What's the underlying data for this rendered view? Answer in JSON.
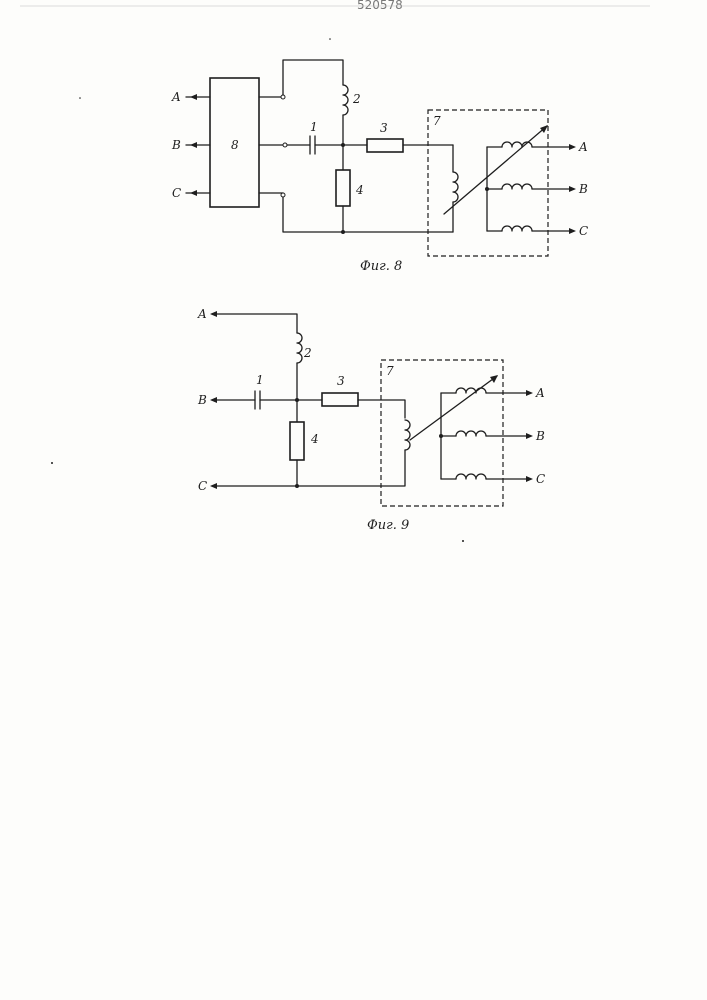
{
  "header": {
    "patent_number": "520578"
  },
  "figure8": {
    "caption": "Фиг. 8",
    "inputs": [
      "A",
      "B",
      "C"
    ],
    "outputs": [
      "A",
      "B",
      "C"
    ],
    "block": "8",
    "capacitor": "1",
    "inductor": "2",
    "resistor_series": "3",
    "resistor_shunt": "4",
    "unit": "7"
  },
  "figure9": {
    "caption": "Фиг. 9",
    "inputs": [
      "A",
      "B",
      "C"
    ],
    "outputs": [
      "A",
      "B",
      "C"
    ],
    "capacitor": "1",
    "inductor": "2",
    "resistor_series": "3",
    "resistor_shunt": "4",
    "unit": "7"
  }
}
